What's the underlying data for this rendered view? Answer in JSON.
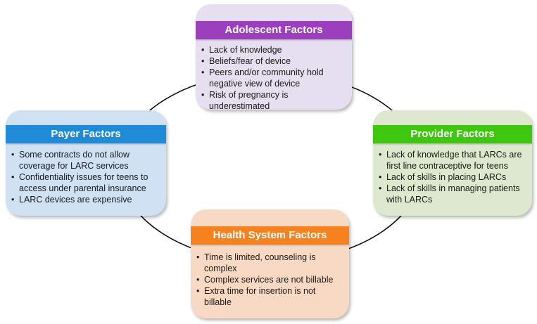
{
  "diagram": {
    "colors": {
      "adolescent_header": "#9b3fbf",
      "adolescent_body": "#e6dff0",
      "provider_header": "#3fc60f",
      "provider_body": "#dde8cf",
      "payer_header": "#1f8bd6",
      "payer_body": "#d0e1f3",
      "health_header": "#f5821f",
      "health_body": "#f8d9c3",
      "connector_ring": "#000000"
    },
    "adolescent": {
      "title": "Adolescent Factors",
      "items": [
        "Lack of knowledge",
        "Beliefs/fear of device",
        "Peers and/or community hold negative view of device",
        "Risk of pregnancy is underestimated"
      ]
    },
    "provider": {
      "title": "Provider Factors",
      "items": [
        "Lack of knowledge that LARCs are first line contraceptive for teens",
        "Lack of skills in placing LARCs",
        "Lack of skills in managing patients with LARCs"
      ]
    },
    "payer": {
      "title": "Payer Factors",
      "items": [
        "Some contracts do not allow coverage for LARC services",
        "Confidentiality issues for teens to access under parental insurance",
        "LARC devices are expensive"
      ]
    },
    "health_system": {
      "title": "Health System Factors",
      "items": [
        "Time is limited, counseling is complex",
        "Complex services are not billable",
        "Extra time for insertion is not billable"
      ]
    }
  }
}
